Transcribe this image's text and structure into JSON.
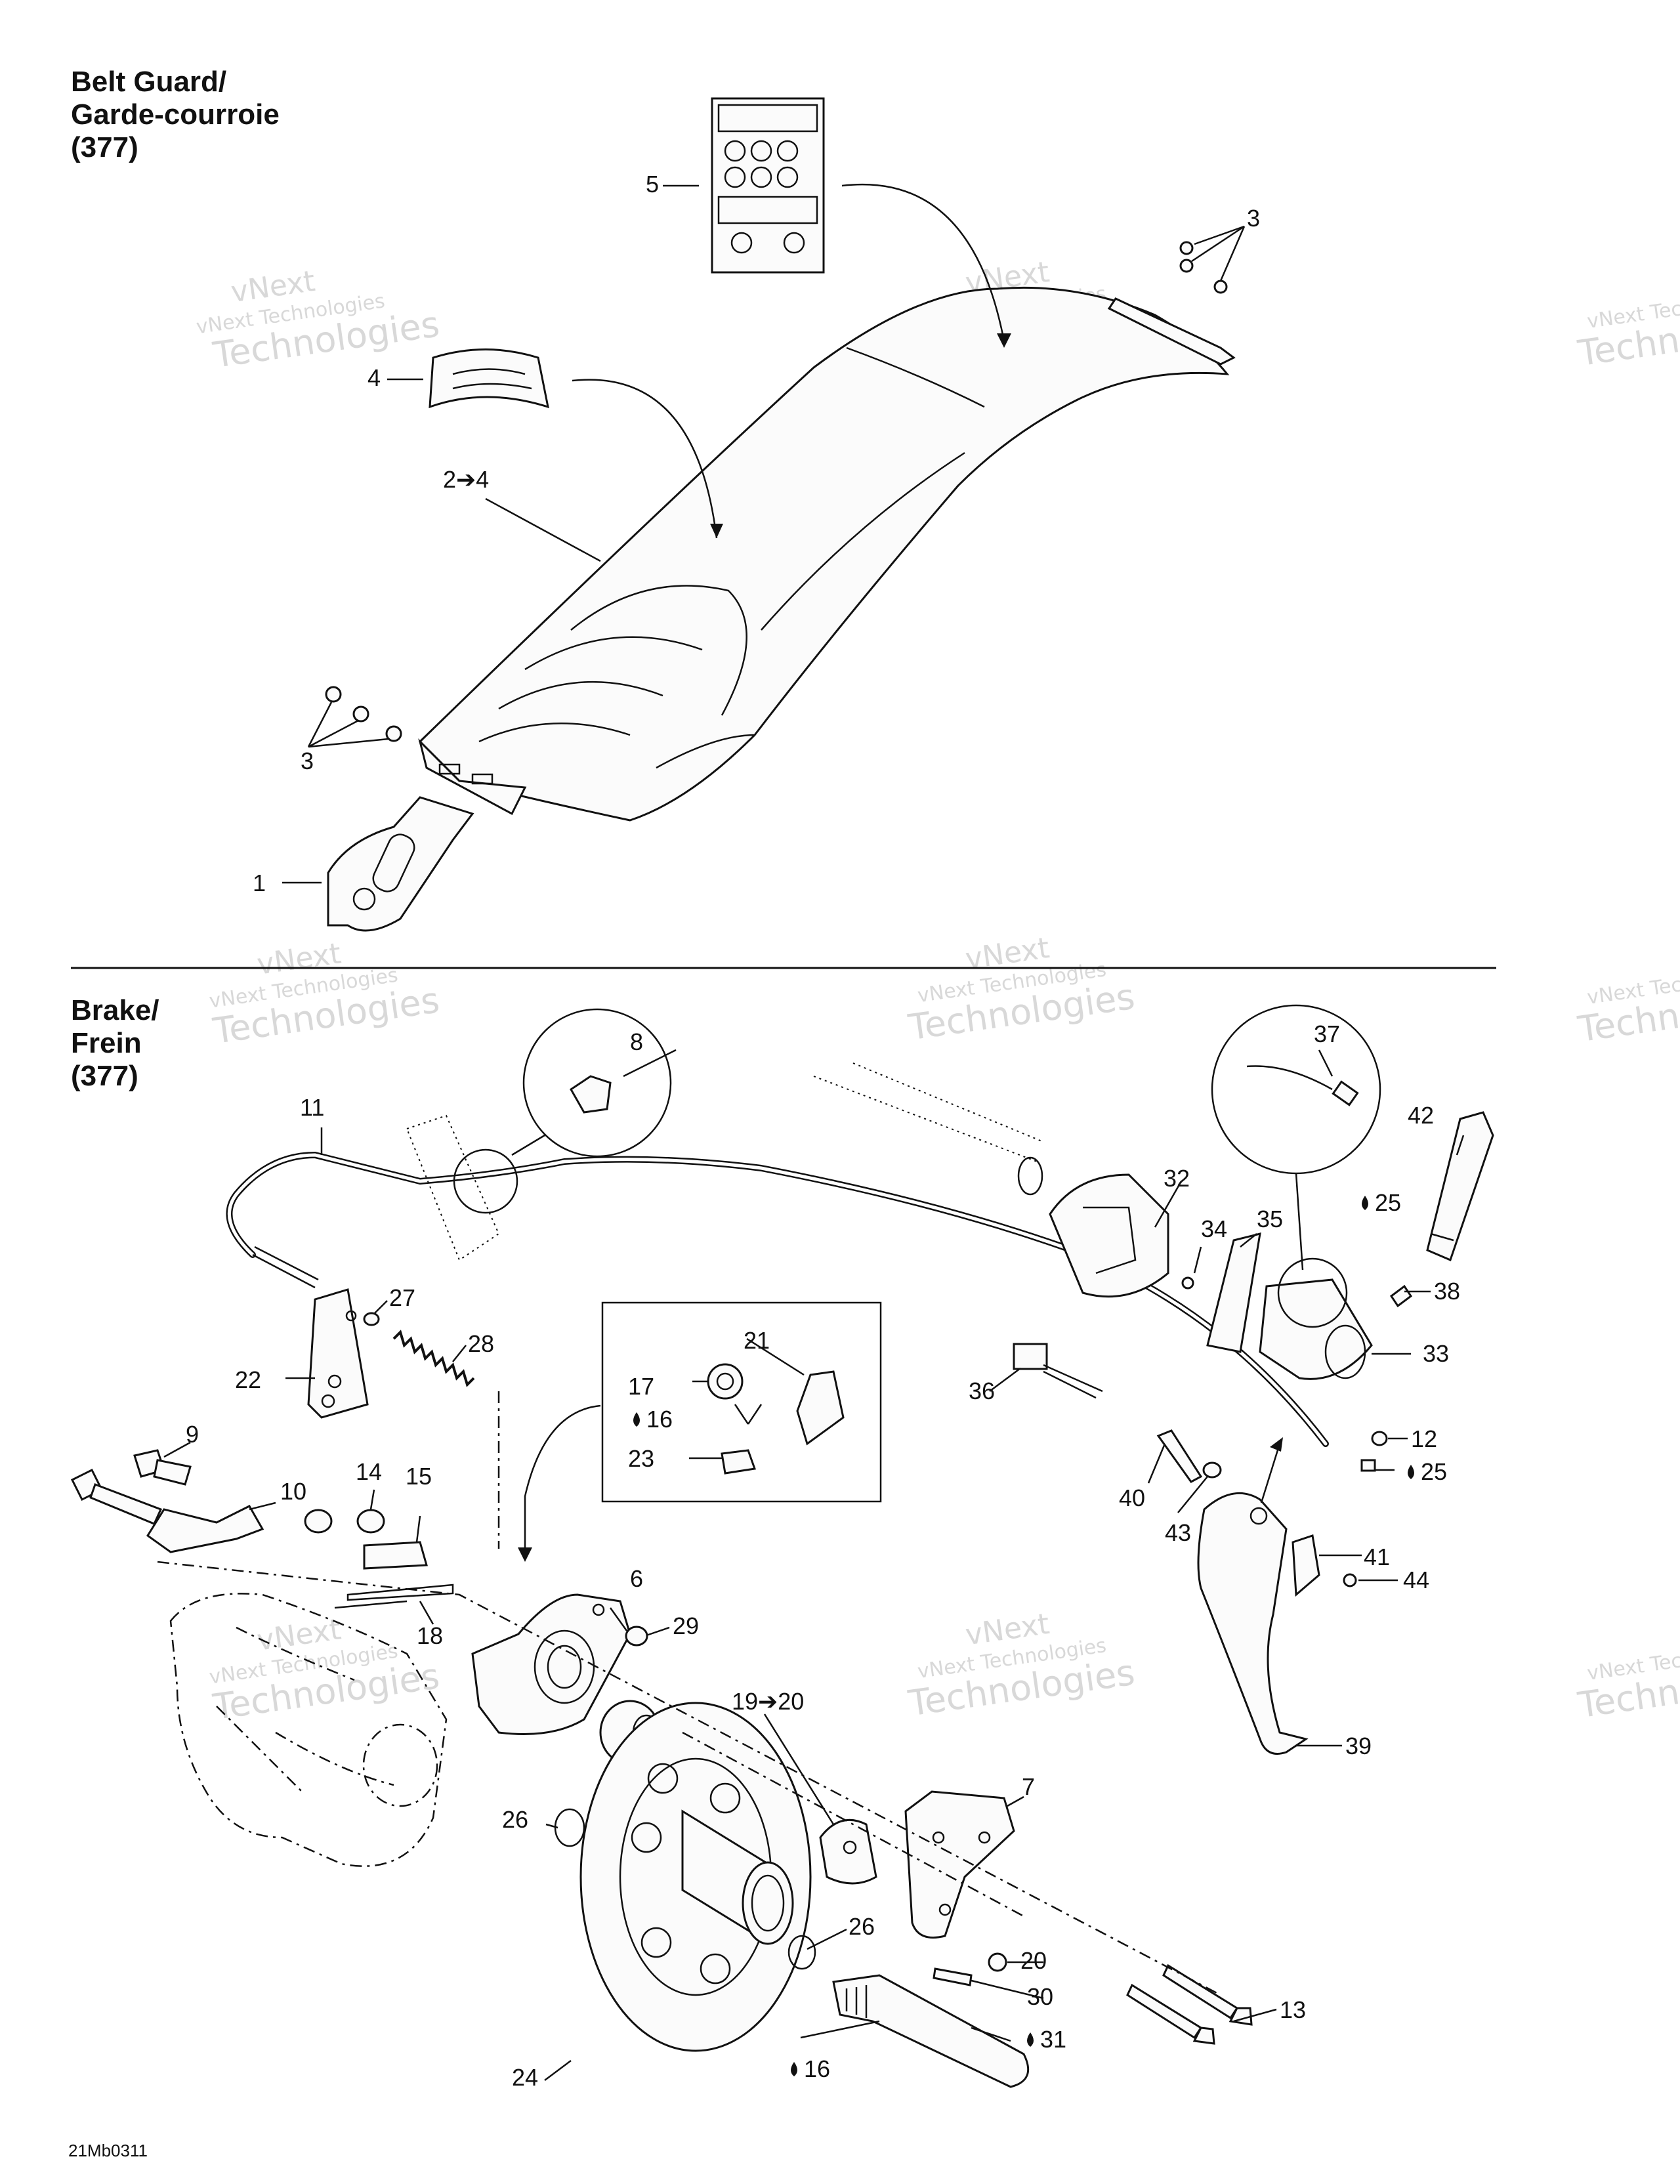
{
  "sections": {
    "belt_guard": {
      "title_line1": "Belt Guard/",
      "title_line2": "Garde-courroie",
      "title_line3": "(377)"
    },
    "brake": {
      "title_line1": "Brake/",
      "title_line2": "Frein",
      "title_line3": "(377)"
    }
  },
  "callouts": [
    {
      "id": "c1",
      "text": "1"
    },
    {
      "id": "c2",
      "text": "2➔4"
    },
    {
      "id": "c3a",
      "text": "3"
    },
    {
      "id": "c3b",
      "text": "3"
    },
    {
      "id": "c4",
      "text": "4"
    },
    {
      "id": "c5",
      "text": "5"
    },
    {
      "id": "c6",
      "text": "6"
    },
    {
      "id": "c7",
      "text": "7"
    },
    {
      "id": "c8",
      "text": "8"
    },
    {
      "id": "c9",
      "text": "9"
    },
    {
      "id": "c10",
      "text": "10"
    },
    {
      "id": "c11",
      "text": "11"
    },
    {
      "id": "c12",
      "text": "12"
    },
    {
      "id": "c13",
      "text": "13"
    },
    {
      "id": "c14",
      "text": "14"
    },
    {
      "id": "c15",
      "text": "15"
    },
    {
      "id": "c16a",
      "text": "16"
    },
    {
      "id": "c16b",
      "text": "16"
    },
    {
      "id": "c17",
      "text": "17"
    },
    {
      "id": "c18",
      "text": "18"
    },
    {
      "id": "c19",
      "text": "19➔20"
    },
    {
      "id": "c20",
      "text": "20"
    },
    {
      "id": "c21",
      "text": "21"
    },
    {
      "id": "c22",
      "text": "22"
    },
    {
      "id": "c23",
      "text": "23"
    },
    {
      "id": "c24",
      "text": "24"
    },
    {
      "id": "c25a",
      "text": "25"
    },
    {
      "id": "c25b",
      "text": "25"
    },
    {
      "id": "c26a",
      "text": "26"
    },
    {
      "id": "c26b",
      "text": "26"
    },
    {
      "id": "c27",
      "text": "27"
    },
    {
      "id": "c28",
      "text": "28"
    },
    {
      "id": "c29",
      "text": "29"
    },
    {
      "id": "c30",
      "text": "30"
    },
    {
      "id": "c31",
      "text": "31"
    },
    {
      "id": "c32",
      "text": "32"
    },
    {
      "id": "c33",
      "text": "33"
    },
    {
      "id": "c34",
      "text": "34"
    },
    {
      "id": "c35",
      "text": "35"
    },
    {
      "id": "c36",
      "text": "36"
    },
    {
      "id": "c37",
      "text": "37"
    },
    {
      "id": "c38",
      "text": "38"
    },
    {
      "id": "c39",
      "text": "39"
    },
    {
      "id": "c40",
      "text": "40"
    },
    {
      "id": "c41",
      "text": "41"
    },
    {
      "id": "c42",
      "text": "42"
    },
    {
      "id": "c43",
      "text": "43"
    },
    {
      "id": "c44",
      "text": "44"
    }
  ],
  "watermark": {
    "line1": "vNext Technologies",
    "line2": "vNext",
    "line3": "Technologies"
  },
  "figure_code": "21Mb0311",
  "colors": {
    "ink": "#111111",
    "watermark": "#d8d8d8",
    "background": "#ffffff"
  }
}
